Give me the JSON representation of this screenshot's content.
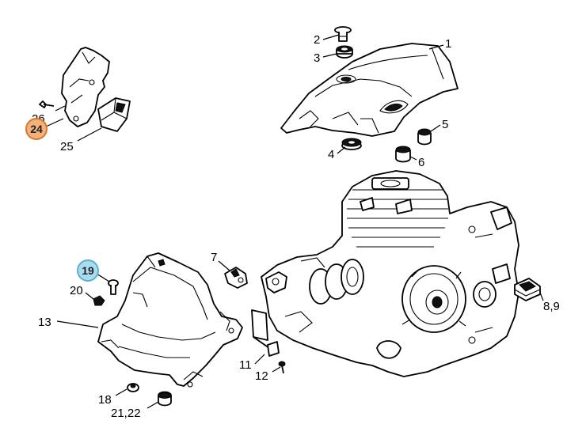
{
  "callouts": [
    {
      "id": "1",
      "text": "1"
    },
    {
      "id": "2",
      "text": "2"
    },
    {
      "id": "3",
      "text": "3"
    },
    {
      "id": "4",
      "text": "4"
    },
    {
      "id": "5",
      "text": "5"
    },
    {
      "id": "6",
      "text": "6"
    },
    {
      "id": "7",
      "text": "7"
    },
    {
      "id": "8_9",
      "text": "8,9"
    },
    {
      "id": "11",
      "text": "11"
    },
    {
      "id": "12",
      "text": "12"
    },
    {
      "id": "13",
      "text": "13"
    },
    {
      "id": "18",
      "text": "18"
    },
    {
      "id": "20",
      "text": "20"
    },
    {
      "id": "21_22",
      "text": "21,22"
    },
    {
      "id": "25",
      "text": "25"
    },
    {
      "id": "26",
      "text": "26"
    }
  ],
  "badges": [
    {
      "id": "24",
      "text": "24",
      "fill": "#f3b27a",
      "stroke": "#d9772f"
    },
    {
      "id": "19",
      "text": "19",
      "fill": "#a9dcef",
      "stroke": "#5fb0cf"
    }
  ]
}
